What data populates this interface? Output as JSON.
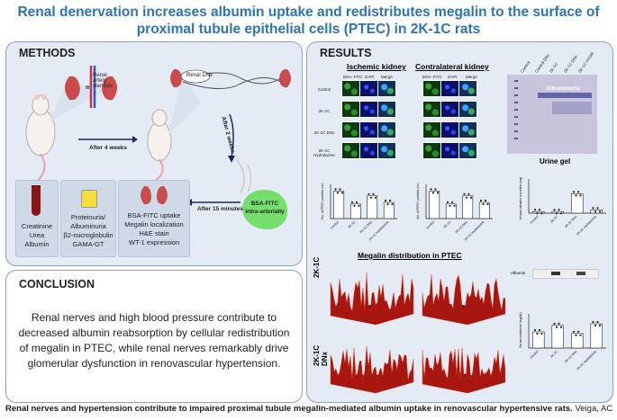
{
  "title": {
    "line1": "Renal denervation increases albumin uptake and redistributes megalin to the surface of",
    "line2": "proximal tubule epithelial cells (PTEC) in 2K-1C rats"
  },
  "methods": {
    "heading": "METHODS",
    "renal_artery_stenosis": "Renal artery stenosis",
    "renal_dnx": "Renal DNx",
    "after_4_weeks": "After 4 weeks",
    "after_2_weeks": "After 2 weeks",
    "after_15_minutes": "After 15 minutes",
    "bsa_fitc": "BSA-FITC",
    "intra_arterially": "intra-arterially",
    "box_blood": [
      "Creatinine",
      "Urea",
      "Albumin"
    ],
    "box_urine": [
      "Proteinuria/",
      "Albuminuria",
      "β2-microglobulin",
      "GAMA-GT"
    ],
    "box_kidney": [
      "BSA-FITC uptake",
      "Megalin localization",
      "H&E stain",
      "WT-1 expression"
    ]
  },
  "conclusion": {
    "heading": "CONCLUSION",
    "text": "Renal nerves and high blood pressure contribute to decreased albumin reabsorption by cellular redistribution of megalin in PTEC, while renal nerves remarkably drive glomerular dysfunction in renovascular hypertension."
  },
  "results": {
    "heading": "RESULTS",
    "ischemic_title": "Ischemic kidney",
    "contralateral_title": "Contralateral kidney",
    "stain_labels": [
      "BSA- FITC",
      "DAPI",
      "Merge"
    ],
    "row_labels": [
      "Control",
      "2K-1C",
      "2K-1C DNx",
      "2K-1C Hydralazine"
    ],
    "gel_lanes": [
      "Control",
      "Control DNx",
      "2K-1C",
      "2K-1C DNx",
      "2K-1C HYDR"
    ],
    "albuminuria_label": "Albuminuria",
    "urine_gel": "Urine gel",
    "megalin_title": "Megalin distribution in PTEC",
    "surface_labels": [
      "2K-1C",
      "2K-1C DNx"
    ],
    "albumin_label": "Albumin",
    "chart_y_labels": [
      "No. of FITC+ positive (no.)",
      "No. of FITC+ positive (no.)",
      "Urinary albumin excretion (mg/24h)",
      "Serum creatinine (mg/dL)"
    ],
    "chart_x_labels": [
      "Control",
      "2K-1C",
      "2K-1C DNx",
      "2K-1C Hydralazine"
    ]
  },
  "footer": {
    "bold": "Renal nerves and hypertension contribute to impaired proximal tubule megalin-mediated albumin uptake in renovascular hypertensive rats.",
    "authors": "Veiga, AC"
  }
}
